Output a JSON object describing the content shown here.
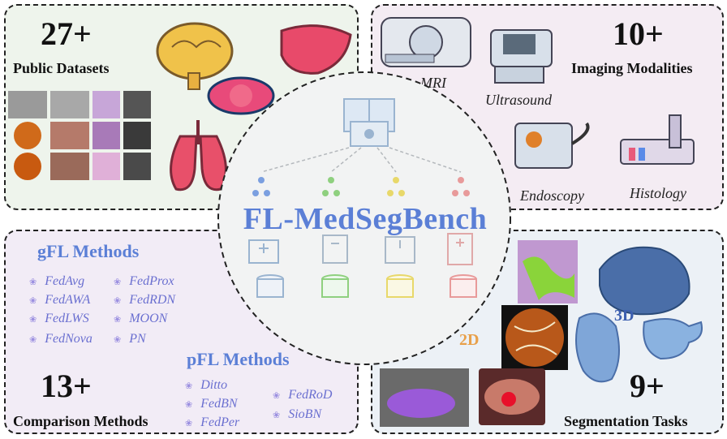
{
  "datasets": {
    "count": "27+",
    "label": "Public Datasets"
  },
  "modalities": {
    "count": "10+",
    "label": "Imaging Modalities",
    "items": [
      "MRI",
      "Ultrasound",
      "Endoscopy",
      "Histology"
    ]
  },
  "methods": {
    "count": "13+",
    "label": "Comparison Methods",
    "gfl_title": "gFL Methods",
    "gfl_col1": [
      "FedAvg",
      "FedAWA",
      "FedLWS",
      "FedNova"
    ],
    "gfl_col2": [
      "FedProx",
      "FedRDN",
      "MOON",
      "PN"
    ],
    "pfl_title": "pFL Methods",
    "pfl_col1": [
      "Ditto",
      "FedBN",
      "FedPer"
    ],
    "pfl_col2": [
      "FedRoD",
      "SioBN"
    ]
  },
  "tasks": {
    "count": "9+",
    "label": "Segmentation Tasks",
    "dim2": "2D",
    "dim3": "3D"
  },
  "center": {
    "title": "FL-MedSegBench"
  },
  "colors": {
    "accent": "#5b7fd6",
    "dim2": "#e8a04a",
    "dim3": "#3c5fb0",
    "client1": "#7b9fe0",
    "client2": "#8fd07f",
    "client3": "#e8d86a",
    "client4": "#e89a9a"
  }
}
